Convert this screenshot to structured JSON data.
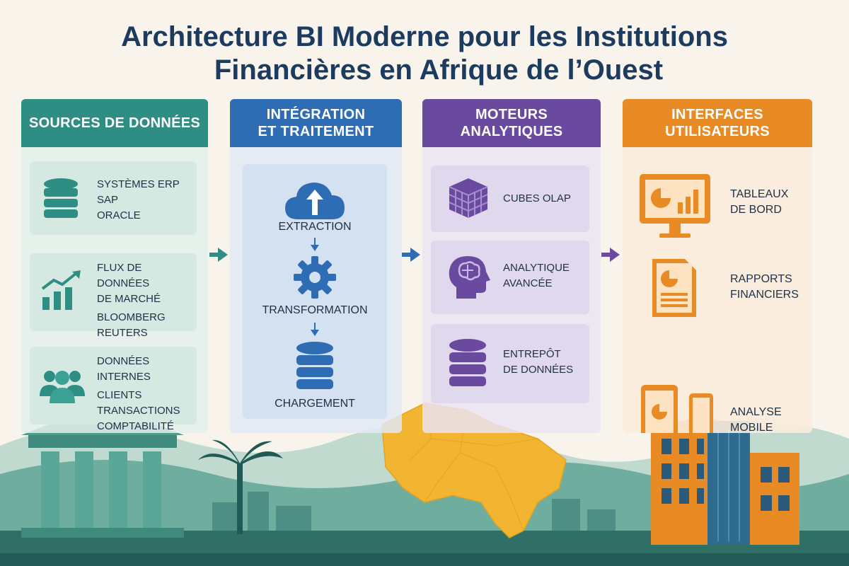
{
  "title": {
    "line1": "Architecture BI Moderne pour les Institutions",
    "line2": "Financières en Afrique de l’Ouest"
  },
  "columns": {
    "sources": {
      "header": "SOURCES DE DONNÉES",
      "cards": [
        {
          "icon": "database-icon",
          "title": "Systèmes ERP",
          "lines": [
            "SAP",
            "ORACLE"
          ]
        },
        {
          "icon": "growth-chart-icon",
          "title": "Flux de données",
          "title2": "de marché",
          "lines": [
            "BLOOMBERG",
            "REUTERS"
          ]
        },
        {
          "icon": "people-group-icon",
          "title": "Données internes",
          "lines": [
            "CLIENTS",
            "TRANSACTIONS",
            "COMPTABILITÉ"
          ]
        }
      ]
    },
    "integration": {
      "header": "INTÉGRATION\nET TRAITEMENT",
      "steps": [
        {
          "icon": "cloud-upload-icon",
          "label": "EXTRACTION"
        },
        {
          "icon": "gear-icon",
          "label": "TRANSFORMATION"
        },
        {
          "icon": "database-icon",
          "label": "CHARGEMENT"
        }
      ]
    },
    "analytics": {
      "header": "MOTEURS\nANALYTIQUES",
      "cards": [
        {
          "icon": "olap-cube-icon",
          "label": "CUBES OLAP"
        },
        {
          "icon": "brain-head-icon",
          "label1": "ANALYTIQUE",
          "label2": "AVANCÉE"
        },
        {
          "icon": "database-icon",
          "label1": "ENTREPÔT",
          "label2": "DE DONNÉES"
        }
      ]
    },
    "interfaces": {
      "header": "INTERFACES\nUTILISATEURS",
      "items": [
        {
          "icon": "dashboard-monitor-icon",
          "label1": "TABLEAUX",
          "label2": "DE BORD"
        },
        {
          "icon": "financial-report-icon",
          "label1": "RAPPORTS",
          "label2": "FINANCIERS"
        },
        {
          "icon": "mobile-devices-icon",
          "label1": "ANALYSE",
          "label2": "MOBILE"
        }
      ]
    }
  },
  "colors": {
    "title": "#1c3b5e",
    "teal": "#2f8e84",
    "blue": "#2e6db4",
    "purple": "#6a4a9f",
    "orange": "#e88b24",
    "map": "#f2b531"
  }
}
